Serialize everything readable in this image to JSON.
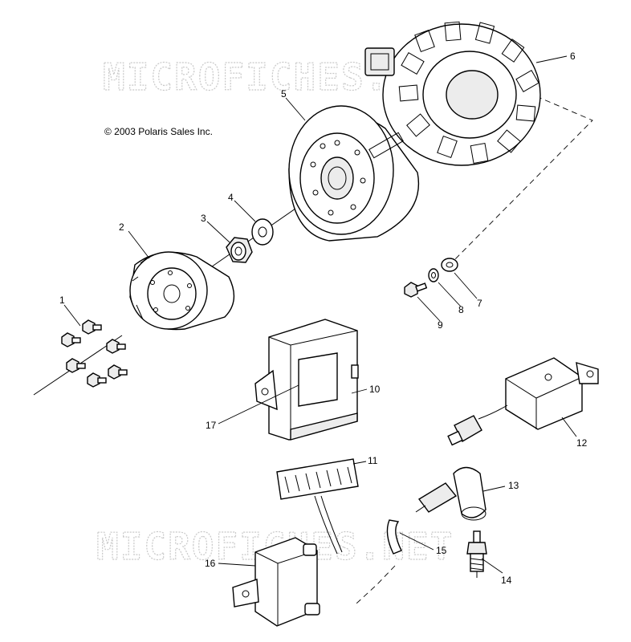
{
  "copyright": "© 2003 Polaris Sales Inc.",
  "watermarks": [
    "MICROFICHES.NET",
    "MICROFICHES.NET"
  ],
  "callouts": [
    "1",
    "2",
    "3",
    "4",
    "5",
    "6",
    "7",
    "8",
    "9",
    "10",
    "11",
    "12",
    "13",
    "14",
    "15",
    "16",
    "17"
  ]
}
